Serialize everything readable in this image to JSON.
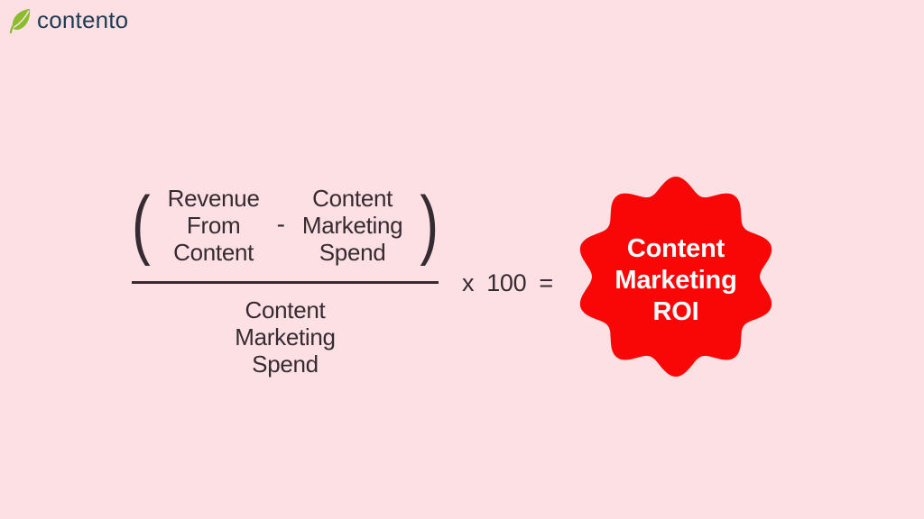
{
  "logo": {
    "text": "contento",
    "icon": "leaf-icon"
  },
  "formula": {
    "open_paren": "(",
    "close_paren": ")",
    "numerator": {
      "left_operand": {
        "lines": [
          "Revenue",
          "From",
          "Content"
        ]
      },
      "operator": "-",
      "right_operand": {
        "lines": [
          "Content",
          "Marketing",
          "Spend"
        ]
      }
    },
    "denominator": {
      "lines": [
        "Content",
        "Marketing",
        "Spend"
      ]
    },
    "multiplier": {
      "times": "x",
      "value": "100",
      "equals": "="
    }
  },
  "result_badge": {
    "lines": [
      "Content",
      "Marketing",
      "ROI"
    ]
  },
  "colors": {
    "background": "#FCE0E3",
    "formula_text": "#362B32",
    "badge_red": "#F90606",
    "badge_text": "#FFFFFF",
    "logo_text": "#1D3C53",
    "leaf_green": "#8ABC2D"
  }
}
